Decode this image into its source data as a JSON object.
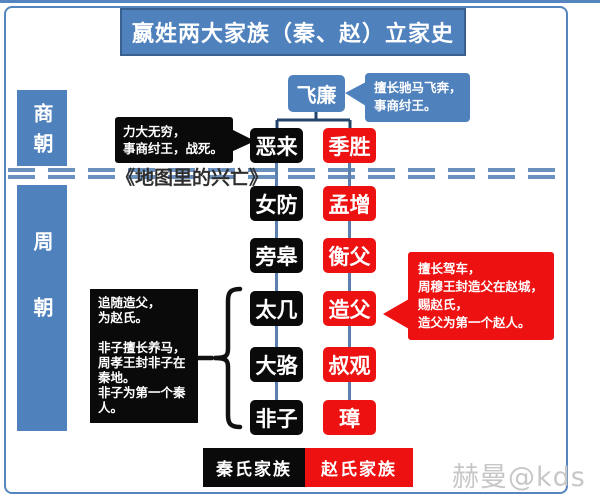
{
  "title": "嬴姓两大家族（秦、赵）立家史",
  "eras": {
    "shang": "商朝",
    "zhou": "周朝"
  },
  "watermark_center": "《地图里的兴亡》",
  "watermark_corner": "赫曼@kds",
  "root": {
    "name": "飞廉"
  },
  "qin_line": [
    "恶来",
    "女防",
    "旁皋",
    "太几",
    "大骆",
    "非子"
  ],
  "zhao_line": [
    "季胜",
    "孟增",
    "衡父",
    "造父",
    "叔观",
    "璋"
  ],
  "families": {
    "qin": "秦氏家族",
    "zhao": "赵氏家族"
  },
  "callouts": {
    "feilian": {
      "lines": [
        "擅长驰马飞奔，",
        "事商纣王。"
      ]
    },
    "elai": {
      "lines": [
        "力大无穷，",
        "事商纣王，战死。"
      ]
    },
    "zaofu": {
      "lines": [
        "擅长驾车，",
        "周穆王封造父在赵城，",
        "赐赵氏，",
        "造父为第一个赵人。"
      ]
    },
    "feizi": {
      "lines": [
        "追随造父，",
        "为赵氏。",
        "",
        "非子擅长养马，",
        "周孝王封非子在",
        "秦地。",
        "非子为第一个秦",
        "人。"
      ]
    }
  },
  "colors": {
    "blue": "#4F81BD",
    "red": "#ED1111",
    "black": "#0A0A0A",
    "frame": "#5585BE",
    "dash": "#6A90BE",
    "line-dark": "#24466B",
    "line-light": "#5B7FAE"
  }
}
